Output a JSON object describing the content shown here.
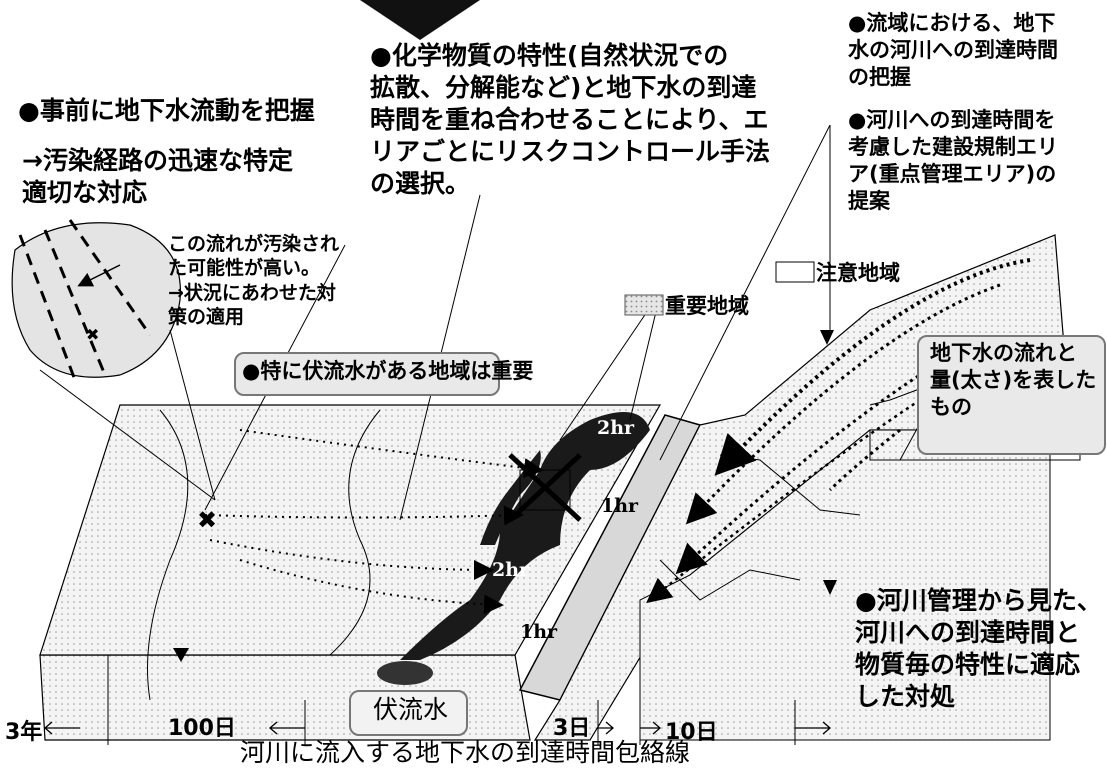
{
  "notes": {
    "prior_grasp": "●事前に地下水流動を把握",
    "response": "→汚染経路の迅速な特定\n適切な対応",
    "chemical": "●化学物質の特性(自然状況での\n拡散、分解能など)と地下水の到達\n時間を重ね合わせることにより、エ\nリアごとにリスクコントロール手法\nの選択。",
    "basin_time": "●流域における、地下\n水の河川への到達時間\nの把握",
    "regulation": "●河川への到達時間を\n考慮した建設規制エリ\nア(重点管理エリア)の\n提案",
    "contamination": "この流れが汚染され\nた可能性が高い。\n→状況にあわせた対\n策の適用",
    "underflow_important": "●特に伏流水がある地域は重要",
    "groundwater_flow": "地下水の流れと\n量(太さ)を表した\nもの",
    "river_management": "●河川管理から見た、\n河川への到達時間と\n物質毎の特性に適応\nした対処"
  },
  "legend": {
    "important": "重要地域",
    "caution": "注意地域"
  },
  "map_labels": {
    "hr2_top": "2hr",
    "hr1_top": "1hr",
    "hr2_low": "2hr",
    "hr1_low": "1hr",
    "underflow": "伏流水"
  },
  "axis": {
    "t1": "3年",
    "t2": "100日",
    "t3": "3日",
    "t4": "10日",
    "caption": "河川に流入する地下水の到達時間包絡線"
  }
}
